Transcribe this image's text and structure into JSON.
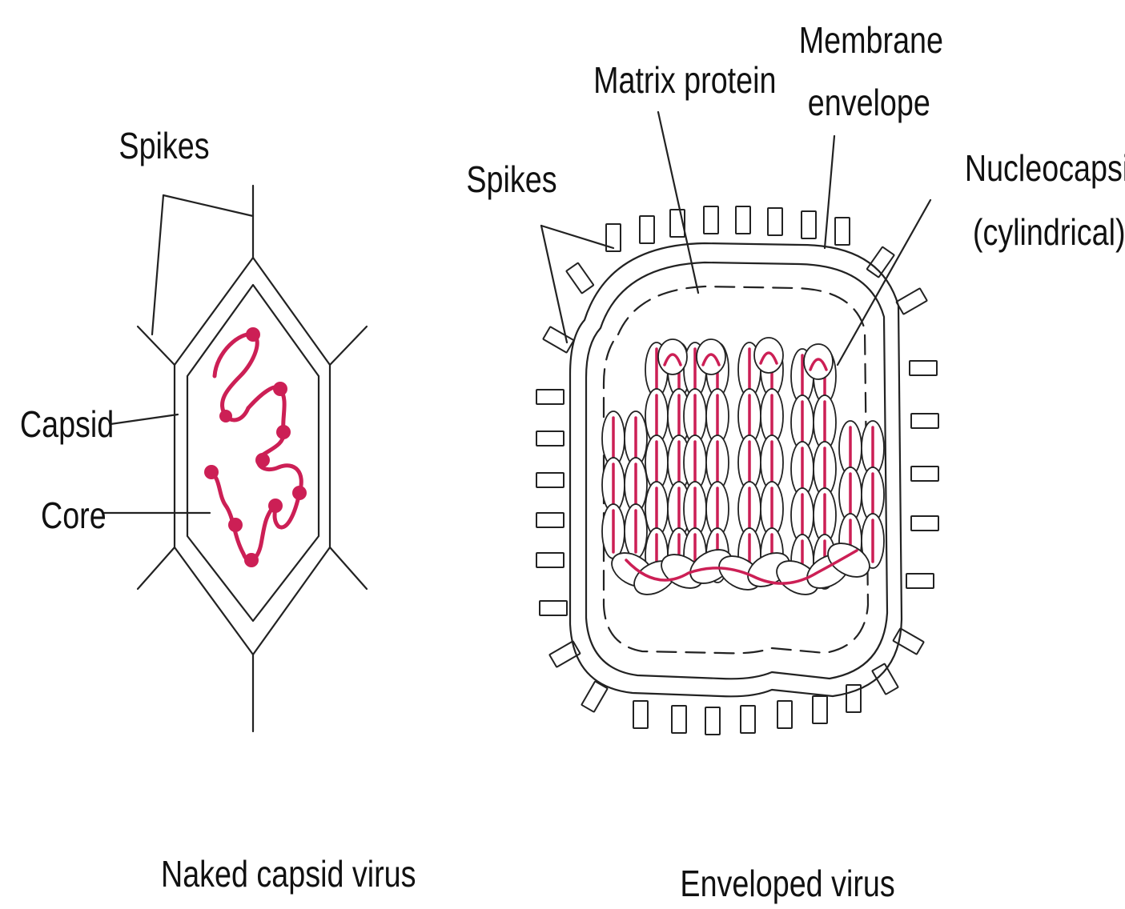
{
  "naked": {
    "spikes_label": "Spikes",
    "capsid_label": "Capsid",
    "core_label": "Core",
    "caption": "Naked capsid virus"
  },
  "enveloped": {
    "matrix_label": "Matrix protein",
    "membrane_label_line1": "Membrane",
    "membrane_label_line2": "envelope",
    "spikes_label": "Spikes",
    "nucleocapsid_label_line1": "Nucleocapsid",
    "nucleocapsid_label_line2": "(cylindrical)",
    "caption": "Enveloped virus"
  },
  "colors": {
    "nucleic_acid": "#cc1f55",
    "outline": "#222222"
  }
}
